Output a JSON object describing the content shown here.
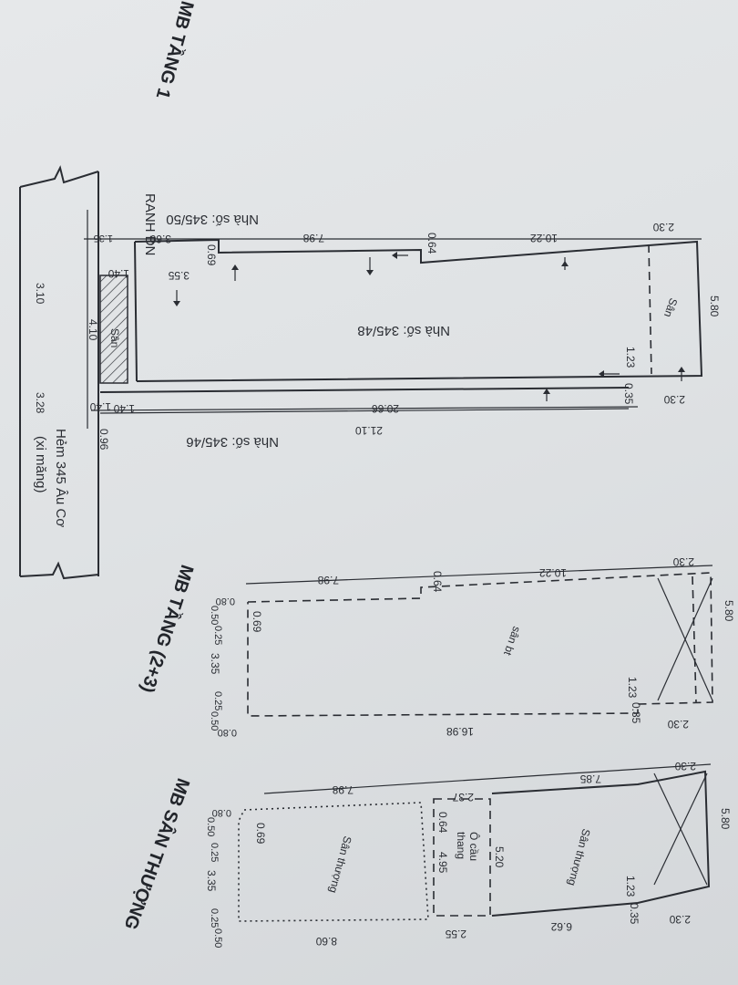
{
  "titles": {
    "floor1": "MB TẦNG 1",
    "floor23": "MB TẦNG (2+3)",
    "roof": "MB SÂN THƯỢNG"
  },
  "floor1": {
    "boundary_label": "RANH ĐN",
    "house_left": "Nhà số: 345/50",
    "house_main": "Nhà số: 345/48",
    "house_right": "Nhà số: 345/46",
    "alley_line1": "Hẻm 345 Âu Cơ",
    "alley_line2": "(xi măng)",
    "yard_label": "Sân",
    "yard_label_front": "Sân",
    "dims": {
      "top_2_30": "2.30",
      "top_10_22": "10.22",
      "top_0_64": "0.64",
      "top_7_98": "7.98",
      "top_0_69": "0.69",
      "top_3_55": "3.55",
      "top_1_40": "1.40",
      "top_3_60": "3.60",
      "top_1_35": "1.35",
      "w_5_80": "5.80",
      "w_1_23": "1.23",
      "w_4_10": "4.10",
      "w_3_10": "3.10",
      "w_3_28": "3.28",
      "bot_2_30": "2.30",
      "bot_0_35": "0.35",
      "bot_20_66": "20.66",
      "bot_21_10": "21.10",
      "bot_1_40": "1.40",
      "bot_1_40b": "1.40",
      "bot_0_96": "0.96"
    }
  },
  "floor23": {
    "balcony_label": "sân bt",
    "dims": {
      "top_2_30": "2.30",
      "top_10_22": "10.22",
      "top_0_64": "0.64",
      "top_7_98": "7.98",
      "f_0_80": "0.80",
      "f_0_50": "0.50",
      "f_0_69": "0.69",
      "f_0_25": "0.25",
      "f_3_35": "3.35",
      "f_0_25b": "0.25",
      "f_0_50b": "0.50",
      "f_0_80b": "0.80",
      "w_5_80": "5.80",
      "w_1_23": "1.23",
      "bot_2_30": "2.30",
      "bot_0_35": "0.35",
      "bot_16_98": "16.98"
    }
  },
  "roof": {
    "terrace_back": "Sân thượng",
    "terrace_front": "Sân thượng",
    "stair_line1": "Ô cầu",
    "stair_line2": "thang",
    "dims": {
      "top_2_30": "2.30",
      "top_7_85": "7.85",
      "top_7_98": "7.98",
      "top_2_37": "2.37",
      "top_0_64": "0.64",
      "w_5_20": "5.20",
      "w_4_95": "4.95",
      "w_5_80": "5.80",
      "w_1_23": "1.23",
      "f_0_80": "0.80",
      "f_0_50": "0.50",
      "f_0_69": "0.69",
      "f_0_25": "0.25",
      "f_3_35": "3.35",
      "f_0_25b": "0.25",
      "f_0_50b": "0.50",
      "bot_2_30": "2.30",
      "bot_0_35": "0.35",
      "bot_6_62": "6.62",
      "bot_2_55": "2.55",
      "bot_8_60": "8.60"
    }
  }
}
